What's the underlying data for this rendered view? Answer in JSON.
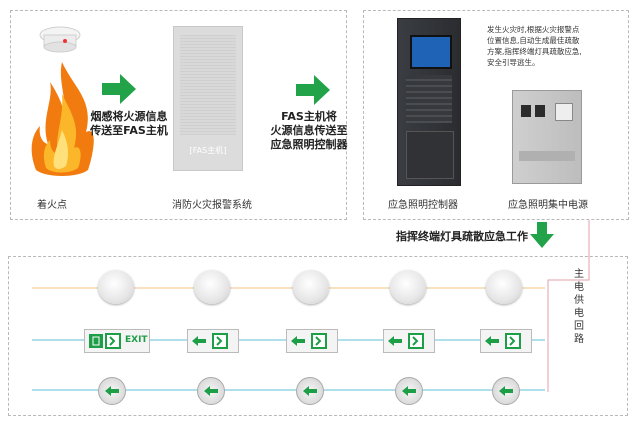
{
  "stage1": {
    "ignition_label": "着火点",
    "arrow_text_line1": "烟感将火源信息",
    "arrow_text_line2": "传送至FAS主机",
    "panel_label": "FAS主机",
    "system_label": "消防火灾报警系统"
  },
  "stage2": {
    "arrow_text_line1": "FAS主机将",
    "arrow_text_line2": "火源信息传送至",
    "arrow_text_line3": "应急照明控制器",
    "controller_label": "应急照明控制器",
    "power_label": "应急照明集中电源",
    "note_lines": [
      "发生火灾时,根据火灾报警点",
      "位置信息,自动生成最佳疏散",
      "方案,指挥终端灯具疏散应急,",
      "安全引导逃生。"
    ]
  },
  "stage3": {
    "command_text": "指挥终端灯具疏散应急工作",
    "main_power_label": "主电供电回路",
    "exit_sign_text": "EXIT"
  },
  "colors": {
    "accent_green": "#22a34a",
    "dashed": "#b9b9b9"
  }
}
